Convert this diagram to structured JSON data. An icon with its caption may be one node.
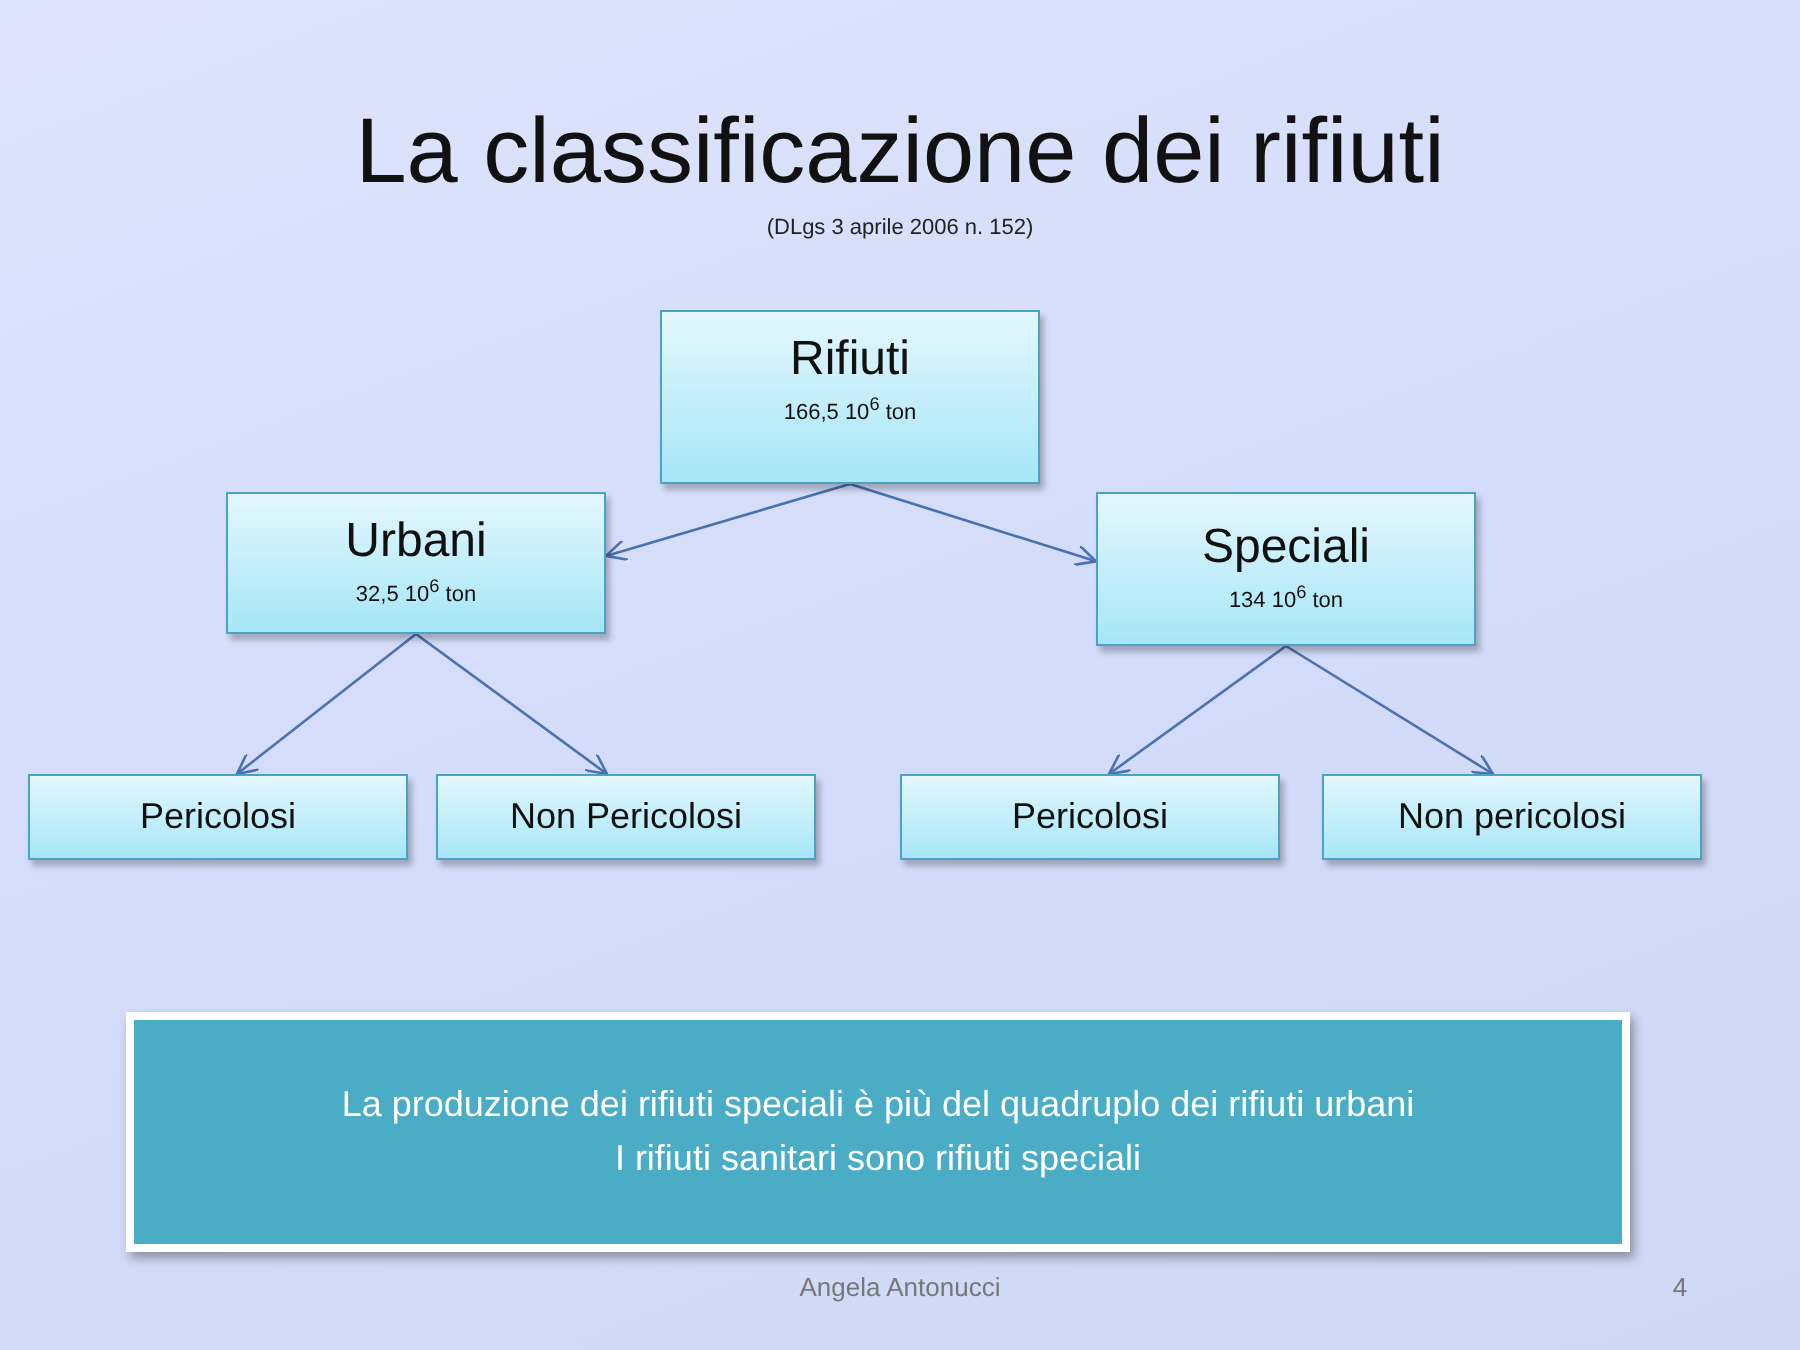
{
  "diagram": {
    "title": "La classificazione dei rifiuti",
    "nodes": [
      {
        "text": [
          "Rifiuti",
          "166,5 10$^{6}$ ton"
        ]
      },
      {
        "text": [
          "Urbani",
          "32,5 10$^{6}$ ton"
        ]
      },
      {
        "text": [
          "Speciali",
          "134 10$^{6}$ ton"
        ]
      },
      {
        "text": [
          "Pericolosi"
        ]
      },
      {
        "text": [
          "Non Pericolosi"
        ]
      },
      {
        "text": [
          "Pericolosi"
        ]
      },
      {
        "text": [
          "Non pericolosi"
        ]
      },
      {
        "text": [
          "La produzione dei rifiuti speciali è più del quadruplo dei rifiuti urbani",
          "I rifiuti sanitari sono rifiuti speciali"
        ]
      }
    ],
    "edges": [
      {
        "from": 0,
        "to": 1,
        "arrow": "to"
      },
      {
        "from": 0,
        "to": 2,
        "arrow": "to"
      },
      {
        "from": 1,
        "to": 3,
        "arrow": "to"
      },
      {
        "from": 1,
        "to": 4,
        "arrow": "to"
      },
      {
        "from": 2,
        "to": 5,
        "arrow": "to"
      },
      {
        "from": 2,
        "to": 6,
        "arrow": "to"
      }
    ],
    "labels": [
      "(DLgs 3 aprile 2006 n. 152)",
      "Angela Antonucci",
      "4"
    ]
  }
}
